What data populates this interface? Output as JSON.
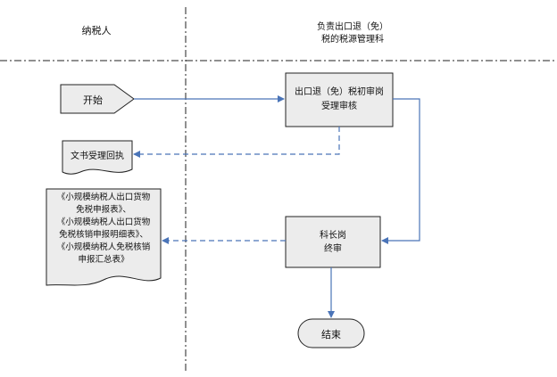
{
  "lanes": {
    "left_header": "纳税人",
    "right_header_line1": "负责出口退（免）",
    "right_header_line2": "税的税源管理科"
  },
  "nodes": {
    "start": "开始",
    "review_line1": "出口退（免）税初审岗",
    "review_line2": "受理审核",
    "receipt": "文书受理回执",
    "chief_line1": "科长岗",
    "chief_line2": "终审",
    "end": "结束",
    "forms": [
      "《小规模纳税人出口货物",
      "免税申报表》、",
      "《小规模纳税人出口货物",
      "免税核销申报明细表》、",
      "《小规模纳税人免税核销",
      "申报汇总表》"
    ]
  },
  "colors": {
    "line": "#4a74b8",
    "shape_fill": "#ececec",
    "shape_stroke": "#222222",
    "divider": "#222222"
  }
}
